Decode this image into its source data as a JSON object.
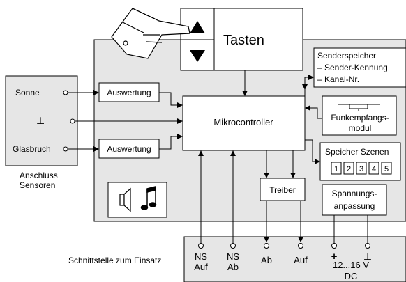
{
  "colors": {
    "panel": "#e6e6e6",
    "box": "#ffffff",
    "line": "#000000"
  },
  "keys": {
    "label": "Tasten"
  },
  "sensors": {
    "sun": "Sonne",
    "ground": "⊥",
    "glass": "Glasbruch",
    "caption_line1": "Anschluss",
    "caption_line2": "Sensoren"
  },
  "blocks": {
    "eval_top": "Auswertung",
    "eval_bottom": "Auswertung",
    "mcu": "Mikrocontroller",
    "sender_memory": {
      "title": "Senderspeicher",
      "item1": "– Sender-Kennung",
      "item2": "– Kanal-Nr."
    },
    "radio": {
      "line1": "Funkempfangs-",
      "line2": "modul"
    },
    "scenes": {
      "title": "Speicher Szenen",
      "slots": [
        "1",
        "2",
        "3",
        "4",
        "5"
      ]
    },
    "driver": "Treiber",
    "power": {
      "line1": "Spannungs-",
      "line2": "anpassung"
    }
  },
  "interface": {
    "caption": "Schnittstelle zum Einsatz",
    "pins": {
      "ns_up": {
        "line1": "NS",
        "line2": "Auf"
      },
      "ns_down": {
        "line1": "NS",
        "line2": "Ab"
      },
      "down": "Ab",
      "up": "Auf",
      "plus": "+",
      "ground": "⊥",
      "voltage": {
        "line1": "12...16 V",
        "line2": "DC"
      }
    }
  },
  "icons": [
    "hand-pointer-icon",
    "arrow-up-icon",
    "arrow-down-icon",
    "speaker-icon",
    "music-note-icon"
  ]
}
